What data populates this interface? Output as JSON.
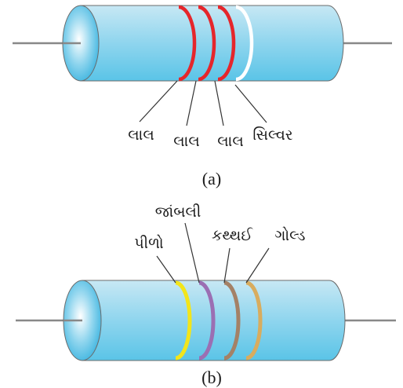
{
  "resistor_a": {
    "caption": "(a)",
    "bands": [
      {
        "label": "લાલ",
        "color": "#e5262b"
      },
      {
        "label": "લાલ",
        "color": "#e5262b"
      },
      {
        "label": "લાલ",
        "color": "#e5262b"
      },
      {
        "label": "સિલ્વર",
        "color": "#ffffff"
      }
    ]
  },
  "resistor_b": {
    "caption": "(b)",
    "bands": [
      {
        "label": "પીળો",
        "color": "#f2e51b"
      },
      {
        "label": "જાંબલી",
        "color": "#9b6fb3"
      },
      {
        "label": "કથ્થઈ",
        "color": "#a48166"
      },
      {
        "label": "ગોલ્ડ",
        "color": "#d8ac5e"
      }
    ]
  },
  "colors": {
    "body_top": "#c7e8f4",
    "body_bottom": "#5ac4e7",
    "lead": "#888888",
    "outline": "#6b6b6b"
  }
}
